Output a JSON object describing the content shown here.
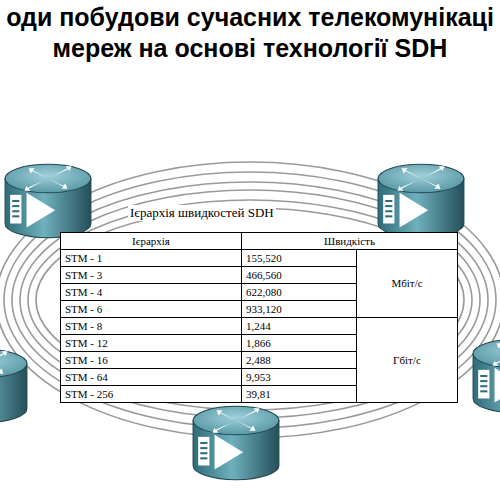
{
  "diagram": {
    "title": "оди побудови сучасних телекомунікаці мереж на основі технології SDH",
    "labels": [
      "Ієрархія швидкостей SDH",
      "Ієрархія",
      "Швидкість",
      "STM - 1",
      "155,520",
      "STM - 3",
      "466,560",
      "STM - 4",
      "622,080",
      "STM - 6",
      "933,120",
      "STM - 8",
      "1,244",
      "STM - 12",
      "1,866",
      "STM - 16",
      "2,488",
      "STM - 64",
      "9,953",
      "STM - 256",
      "39,81",
      "Мбіт/с",
      "Гбіт/с"
    ]
  }
}
